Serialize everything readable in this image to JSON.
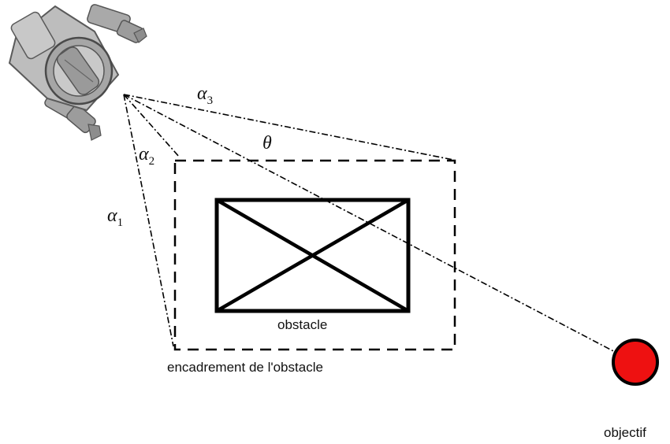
{
  "labels": {
    "obstacle": "obstacle",
    "frame": "encadrement de l'obstacle",
    "goal": "objectif"
  },
  "angles": {
    "alpha1": {
      "sym": "α",
      "sub": "1"
    },
    "alpha2": {
      "sym": "α",
      "sub": "2"
    },
    "alpha3": {
      "sym": "α",
      "sub": "3"
    },
    "theta": {
      "sym": "θ"
    }
  },
  "colors": {
    "goal": "#ee1111",
    "stroke": "#000000",
    "robot_body": "#b5b5b5"
  }
}
